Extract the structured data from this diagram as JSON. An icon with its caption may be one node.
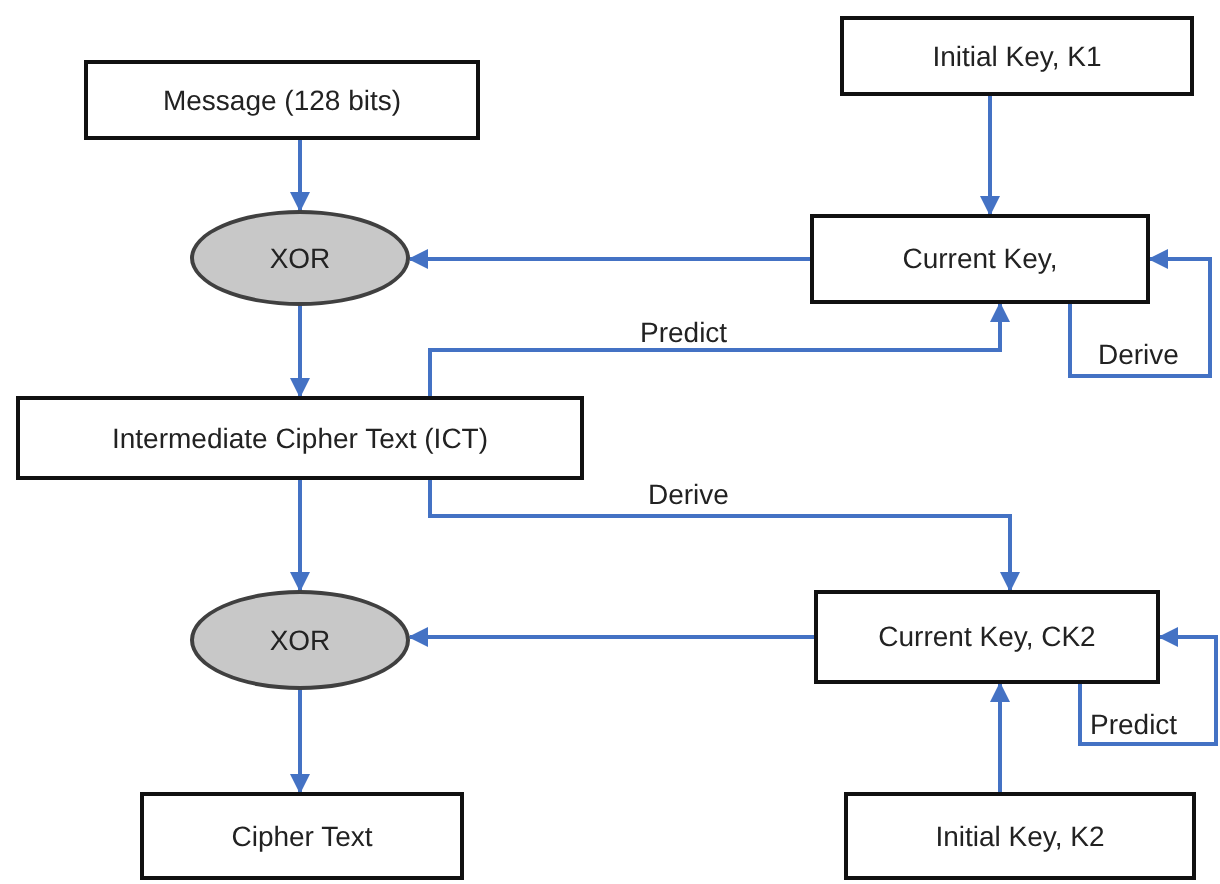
{
  "diagram": {
    "nodes": [
      {
        "text": [
          "Message (128 bits)"
        ]
      },
      {
        "text": [
          "Initial Key, K1"
        ]
      },
      {
        "text": [
          "XOR"
        ]
      },
      {
        "text": [
          "Current Key,"
        ]
      },
      {
        "text": [
          "Intermediate Cipher Text (ICT)"
        ]
      },
      {
        "text": [
          "XOR"
        ]
      },
      {
        "text": [
          "Current Key, CK2"
        ]
      },
      {
        "text": [
          "Cipher Text"
        ]
      },
      {
        "text": [
          "Initial Key, K2"
        ]
      }
    ],
    "edges": [
      {
        "from": 0,
        "to": 2,
        "arrow": "to"
      },
      {
        "from": 1,
        "to": 3,
        "arrow": "to"
      },
      {
        "from": 3,
        "to": 2,
        "arrow": "to"
      },
      {
        "from": 2,
        "to": 4,
        "arrow": "to"
      },
      {
        "from": 4,
        "to": 3,
        "arrow": "to",
        "label": "Predict"
      },
      {
        "from": 3,
        "to": 3,
        "arrow": "to",
        "label": "Derive"
      },
      {
        "from": 4,
        "to": 6,
        "arrow": "to",
        "label": "Derive"
      },
      {
        "from": 4,
        "to": 5,
        "arrow": "to"
      },
      {
        "from": 6,
        "to": 5,
        "arrow": "to"
      },
      {
        "from": 5,
        "to": 7,
        "arrow": "to"
      },
      {
        "from": 8,
        "to": 6,
        "arrow": "to"
      },
      {
        "from": 6,
        "to": 6,
        "arrow": "to",
        "label": "Predict"
      }
    ]
  }
}
